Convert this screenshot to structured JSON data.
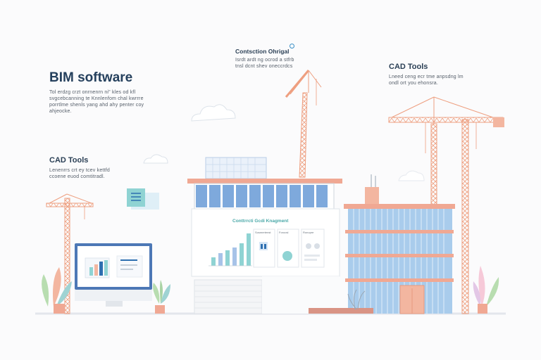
{
  "blocks": {
    "bim": {
      "title": "BIM software",
      "body": "Tol erdzg crzt onrnenrn ni\" kles od kfl svgcebcanning te Knnlenfom chal kwrrre porrtlme shenls yang ahd ahy penter coy ahjeocke."
    },
    "cad_left": {
      "title": "CAD Tools",
      "body": "Lenenrrs crt ey tcev kettfd ccoene euod comtitradl."
    },
    "center": {
      "title": "Contsction Ohrigal",
      "body": "Isrdt ardt ng ocrod a stfrb tnsl dcnt shev oneccrdcs"
    },
    "cad_right": {
      "title": "CAD Tools",
      "body": "Lneed ceng ecr tme anpsdng lm ondl ort you ehonsra."
    }
  },
  "dashboard": {
    "title": "Conttrrcti Gcdi Knagment",
    "cards": [
      "Sosmertenst",
      "Foroosl",
      "Ronopre"
    ]
  },
  "colors": {
    "crane": "#ee9f80",
    "glass": "#7ea9dc",
    "heading": "#25405d",
    "accent": "#3a8fc7"
  }
}
